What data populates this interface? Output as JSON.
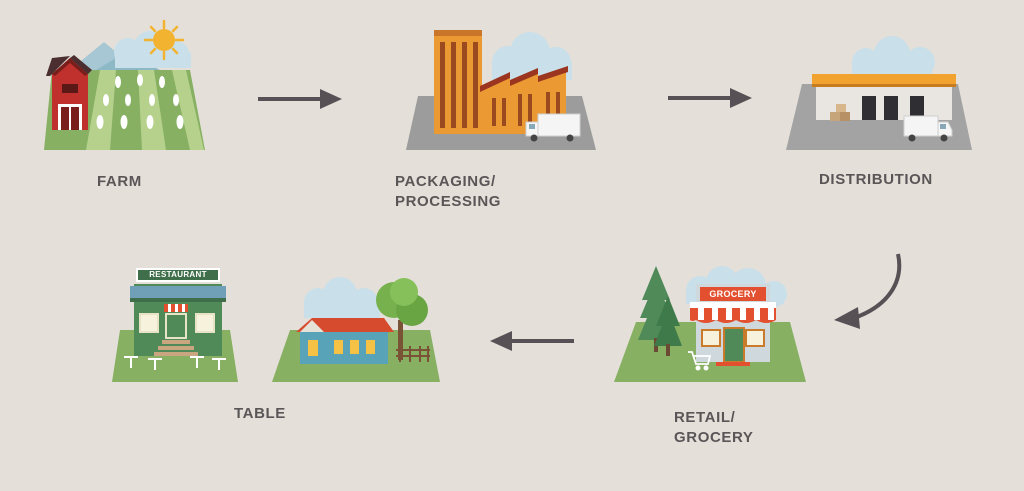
{
  "stages": {
    "farm": {
      "label": "FARM"
    },
    "packaging": {
      "label_line1": "PACKAGING/",
      "label_line2": "PROCESSING"
    },
    "distribution": {
      "label": "DISTRIBUTION"
    },
    "retail": {
      "label_line1": "RETAIL/",
      "label_line2": "GROCERY",
      "sign": "GROCERY"
    },
    "table": {
      "label": "TABLE",
      "sign": "RESTAURANT"
    }
  },
  "flow": [
    "FARM",
    "PACKAGING/PROCESSING",
    "DISTRIBUTION",
    "RETAIL/GROCERY",
    "TABLE"
  ],
  "colors": {
    "background": "#e4e0d9",
    "label": "#5a5658",
    "arrow": "#575055",
    "grass": "#87b063",
    "barn": "#c0312e",
    "factory": "#eb9a33",
    "warehouse_roof": "#f2a22e",
    "road": "#a3a3a3",
    "awning": "#e2502f",
    "restaurant_wall": "#4f8a58",
    "house_wall": "#58a3b7",
    "sun": "#f2b330",
    "cloud": "#c9dfe9"
  }
}
